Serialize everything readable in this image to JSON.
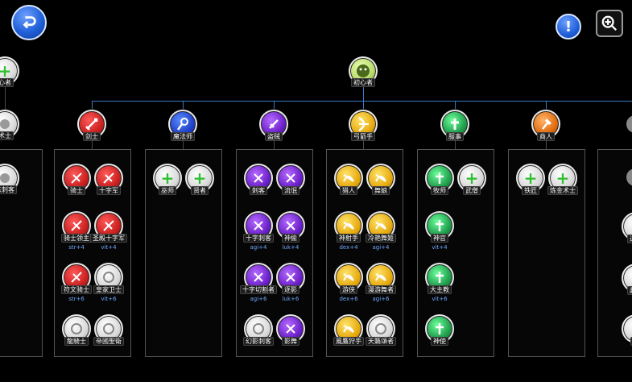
{
  "toolbar": {
    "back_icon": "back-arrow-icon",
    "info_icon": "exclamation-icon",
    "zoom_icon": "zoom-in-icon"
  },
  "tree": {
    "root": {
      "label": "初心者",
      "color": "lime"
    },
    "left_cut": {
      "top": "心者",
      "mid": "术士",
      "panel": "东刺客"
    },
    "classes": [
      {
        "label": "剑士",
        "color": "red"
      },
      {
        "label": "魔法师",
        "color": "blue"
      },
      {
        "label": "盗贼",
        "color": "purple"
      },
      {
        "label": "弓箭手",
        "color": "yellow"
      },
      {
        "label": "服事",
        "color": "green"
      },
      {
        "label": "商人",
        "color": "orange"
      }
    ],
    "panels": [
      {
        "rows": [
          [
            {
              "label": "骑士",
              "color": "red"
            },
            {
              "label": "十字军",
              "color": "red"
            }
          ],
          [
            {
              "label": "骑士领主",
              "color": "red",
              "req": "str+4"
            },
            {
              "label": "圣殿十字军",
              "color": "red",
              "req": "vit+4"
            }
          ],
          [
            {
              "label": "符文骑士",
              "color": "red",
              "req": "str+6"
            },
            {
              "label": "皇家卫士",
              "color": "white",
              "req": "vit+6"
            }
          ],
          [
            {
              "label": "龍騎士",
              "color": "white"
            },
            {
              "label": "帝國聖衛",
              "color": "white"
            }
          ]
        ]
      },
      {
        "rows": [
          [
            {
              "label": "巫师",
              "color": "plus"
            },
            {
              "label": "贤者",
              "color": "plus"
            }
          ]
        ]
      },
      {
        "rows": [
          [
            {
              "label": "刺客",
              "color": "purple"
            },
            {
              "label": "流氓",
              "color": "purple"
            }
          ],
          [
            {
              "label": "十字刺客",
              "color": "purple",
              "req": "agi+4"
            },
            {
              "label": "神偷",
              "color": "purple",
              "req": "luk+4"
            }
          ],
          [
            {
              "label": "十字切割者",
              "color": "purple",
              "req": "agi+6"
            },
            {
              "label": "逐影",
              "color": "purple",
              "req": "luk+6"
            }
          ],
          [
            {
              "label": "幻影刺客",
              "color": "white"
            },
            {
              "label": "影舞",
              "color": "purple"
            }
          ]
        ]
      },
      {
        "rows": [
          [
            {
              "label": "猎人",
              "color": "yellow"
            },
            {
              "label": "舞娘",
              "color": "yellow"
            }
          ],
          [
            {
              "label": "神射手",
              "color": "yellow",
              "req": "dex+4"
            },
            {
              "label": "冷艳舞姬",
              "color": "yellow",
              "req": "agi+4"
            }
          ],
          [
            {
              "label": "游侠",
              "color": "yellow",
              "req": "dex+6"
            },
            {
              "label": "漫游舞者",
              "color": "yellow",
              "req": "agi+6"
            }
          ],
          [
            {
              "label": "風鷹狩手",
              "color": "yellow"
            },
            {
              "label": "天籟頌者",
              "color": "white"
            }
          ]
        ]
      },
      {
        "rows": [
          [
            {
              "label": "牧师",
              "color": "green"
            },
            {
              "label": "武僧",
              "color": "plus"
            }
          ],
          [
            {
              "label": "神官",
              "color": "green",
              "req": "vit+4"
            }
          ],
          [
            {
              "label": "大主教",
              "color": "green",
              "req": "vit+6"
            }
          ],
          [
            {
              "label": "神使",
              "color": "green"
            }
          ]
        ]
      },
      {
        "rows": [
          [
            {
              "label": "铁匠",
              "color": "plus"
            },
            {
              "label": "炼金术士",
              "color": "plus"
            }
          ]
        ]
      }
    ],
    "right_cut": [
      "进阶",
      "超级",
      "初"
    ]
  }
}
